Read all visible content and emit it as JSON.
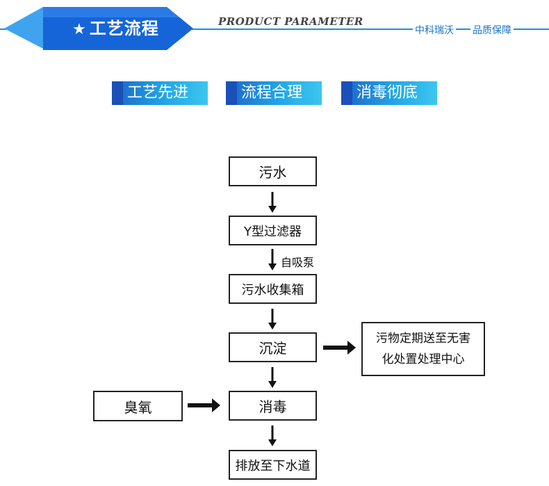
{
  "header": {
    "title": "工艺流程",
    "subtitle_en": "PRODUCT PARAMETER",
    "company": "中科瑞沃",
    "quality": "品质保障"
  },
  "badges": [
    "工艺先进",
    "流程合理",
    "消毒彻底"
  ],
  "flow": {
    "sewage": "污水",
    "y_filter": "Y型过滤器",
    "pump_label": "自吸泵",
    "collection_tank": "污水收集箱",
    "sedimentation": "沉淀",
    "sludge_line1": "污物定期送至无害",
    "sludge_line2": "化处置处理中心",
    "ozone": "臭氧",
    "disinfection": "消毒",
    "discharge": "排放至下水道"
  },
  "colors": {
    "accent": "#1a8fe0",
    "banner": "#1565d8",
    "badge_start": "#1b64c9",
    "badge_end": "#3cc6ee"
  }
}
